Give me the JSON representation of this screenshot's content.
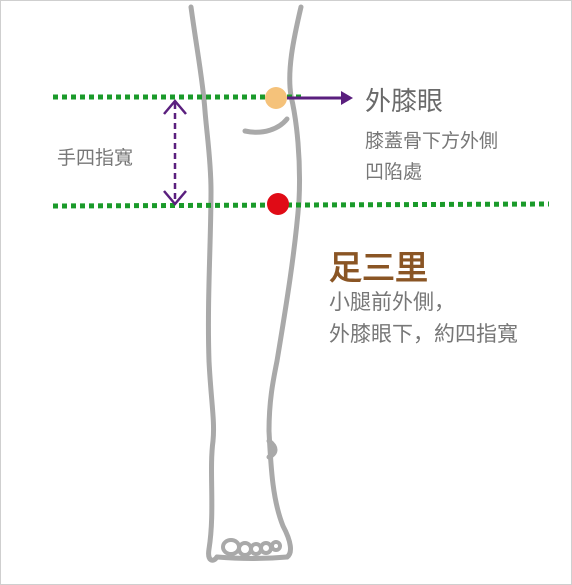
{
  "labels": {
    "finger_width": "手四指寬",
    "outer_eye_title": "外膝眼",
    "outer_eye_desc_1": "膝蓋骨下方外側",
    "outer_eye_desc_2": "凹陷處",
    "zusanli_title": "足三里",
    "zusanli_desc_1": "小腿前外側，",
    "zusanli_desc_2": "外膝眼下，約四指寬"
  },
  "colors": {
    "guide_line": "#1a9a2a",
    "outline": "#a9a9a9",
    "arrow": "#5a1f7e",
    "outer_eye_point": "#f5c27a",
    "zusanli_point": "#e00b16",
    "label_gray": "#777777",
    "zusanli_title": "#8a5524"
  },
  "icons": {
    "outer_eye_point": "light-orange-dot",
    "zusanli_point": "red-dot",
    "pointer": "arrow-right-icon",
    "measure": "double-arrow-vertical-icon"
  }
}
